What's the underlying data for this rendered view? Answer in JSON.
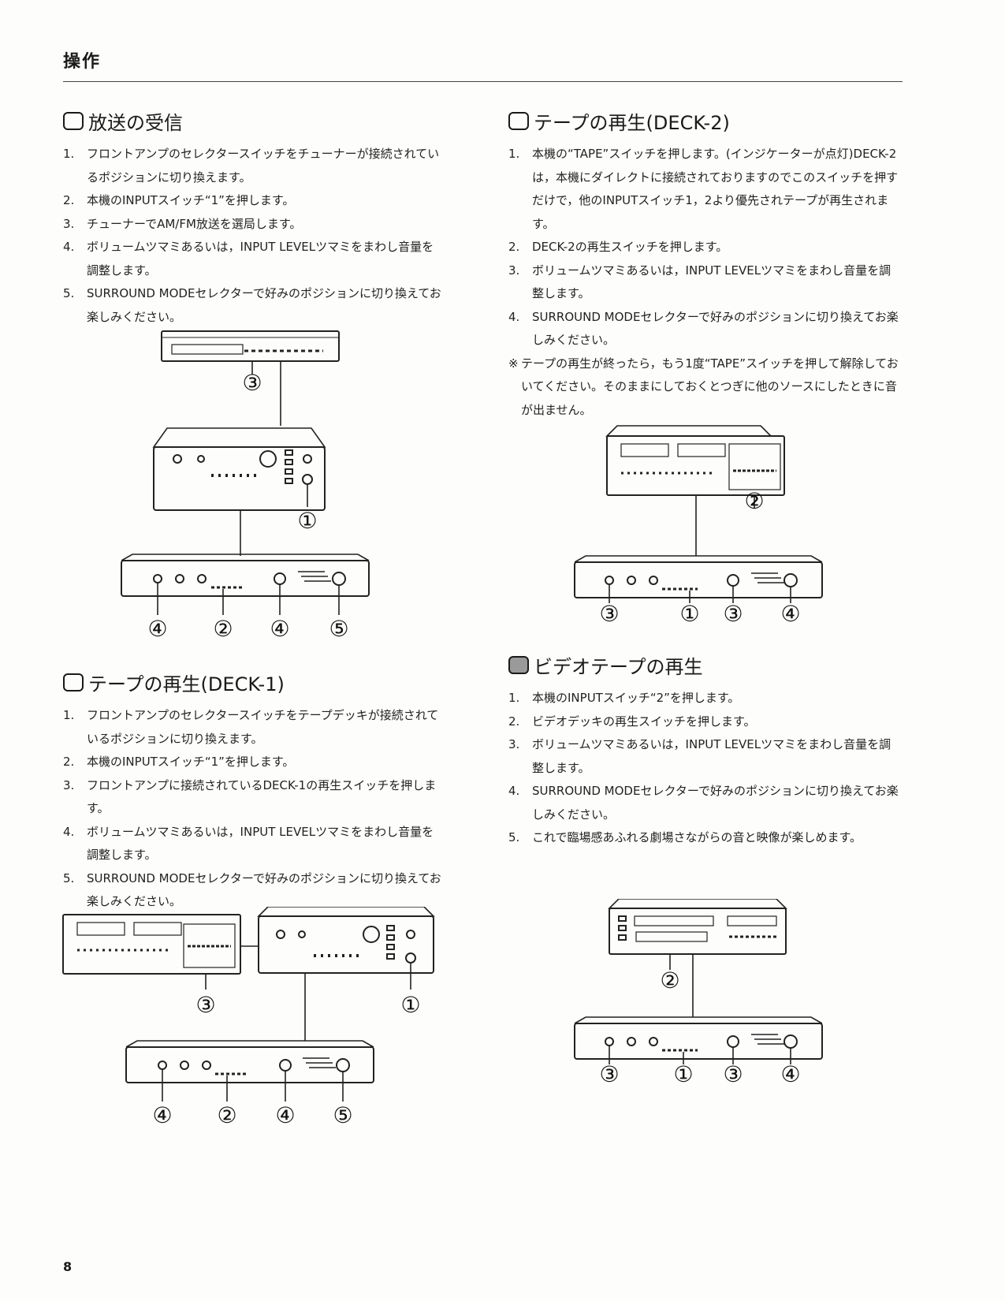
{
  "page": {
    "title": "操作",
    "number": "8"
  },
  "sections": {
    "radio": {
      "heading": "放送の受信",
      "steps": [
        {
          "n": "1.",
          "text": "フロントアンプのセレクタースイッチをチューナーが接続されているポジションに切り換えます。"
        },
        {
          "n": "2.",
          "text": "本機のINPUTスイッチ“1”を押します。"
        },
        {
          "n": "3.",
          "text": "チューナーでAM/FM放送を選局します。"
        },
        {
          "n": "4.",
          "text": "ボリュームツマミあるいは，INPUT LEVELツマミをまわし音量を調整します。"
        },
        {
          "n": "5.",
          "text": "SURROUND MODEセレクターで好みのポジションに切り換えてお楽しみください。"
        }
      ],
      "callouts": {
        "tuner": "③",
        "amp": "①",
        "unit": [
          "④",
          "②",
          "④",
          "⑤"
        ]
      }
    },
    "deck1": {
      "heading": "テープの再生(DECK-1)",
      "steps": [
        {
          "n": "1.",
          "text": "フロントアンプのセレクタースイッチをテープデッキが接続されているポジションに切り換えます。"
        },
        {
          "n": "2.",
          "text": "本機のINPUTスイッチ“1”を押します。"
        },
        {
          "n": "3.",
          "text": "フロントアンプに接続されているDECK-1の再生スイッチを押します。"
        },
        {
          "n": "4.",
          "text": "ボリュームツマミあるいは，INPUT LEVELツマミをまわし音量を調整します。"
        },
        {
          "n": "5.",
          "text": "SURROUND MODEセレクターで好みのポジションに切り換えてお楽しみください。"
        }
      ],
      "callouts": {
        "deck": "③",
        "amp": "①",
        "unit": [
          "④",
          "②",
          "④",
          "⑤"
        ]
      }
    },
    "deck2": {
      "heading": "テープの再生(DECK-2)",
      "steps": [
        {
          "n": "1.",
          "text": "本機の“TAPE”スイッチを押します。(インジケーターが点灯)DECK-2は，本機にダイレクトに接続されておりますのでこのスイッチを押すだけで，他のINPUTスイッチ1，2より優先されテープが再生されます。"
        },
        {
          "n": "2.",
          "text": "DECK-2の再生スイッチを押します。"
        },
        {
          "n": "3.",
          "text": "ボリュームツマミあるいは，INPUT LEVELツマミをまわし音量を調整します。"
        },
        {
          "n": "4.",
          "text": "SURROUND MODEセレクターで好みのポジションに切り換えてお楽しみください。"
        }
      ],
      "note_mark": "※",
      "note": "テープの再生が終ったら，もう1度“TAPE”スイッチを押して解除しておいてください。そのままにしておくとつぎに他のソースにしたときに音が出ません。",
      "callouts": {
        "deck": "②",
        "unit": [
          "③",
          "①",
          "③",
          "④"
        ]
      }
    },
    "video": {
      "heading": "ビデオテープの再生",
      "steps": [
        {
          "n": "1.",
          "text": "本機のINPUTスイッチ“2”を押します。"
        },
        {
          "n": "2.",
          "text": "ビデオデッキの再生スイッチを押します。"
        },
        {
          "n": "3.",
          "text": "ボリュームツマミあるいは，INPUT LEVELツマミをまわし音量を調整します。"
        },
        {
          "n": "4.",
          "text": "SURROUND MODEセレクターで好みのポジションに切り換えてお楽しみください。"
        },
        {
          "n": "5.",
          "text": "これで臨場感あふれる劇場さながらの音と映像が楽しめます。"
        }
      ],
      "callouts": {
        "vcr": "②",
        "unit": [
          "③",
          "①",
          "③",
          "④"
        ]
      }
    }
  }
}
